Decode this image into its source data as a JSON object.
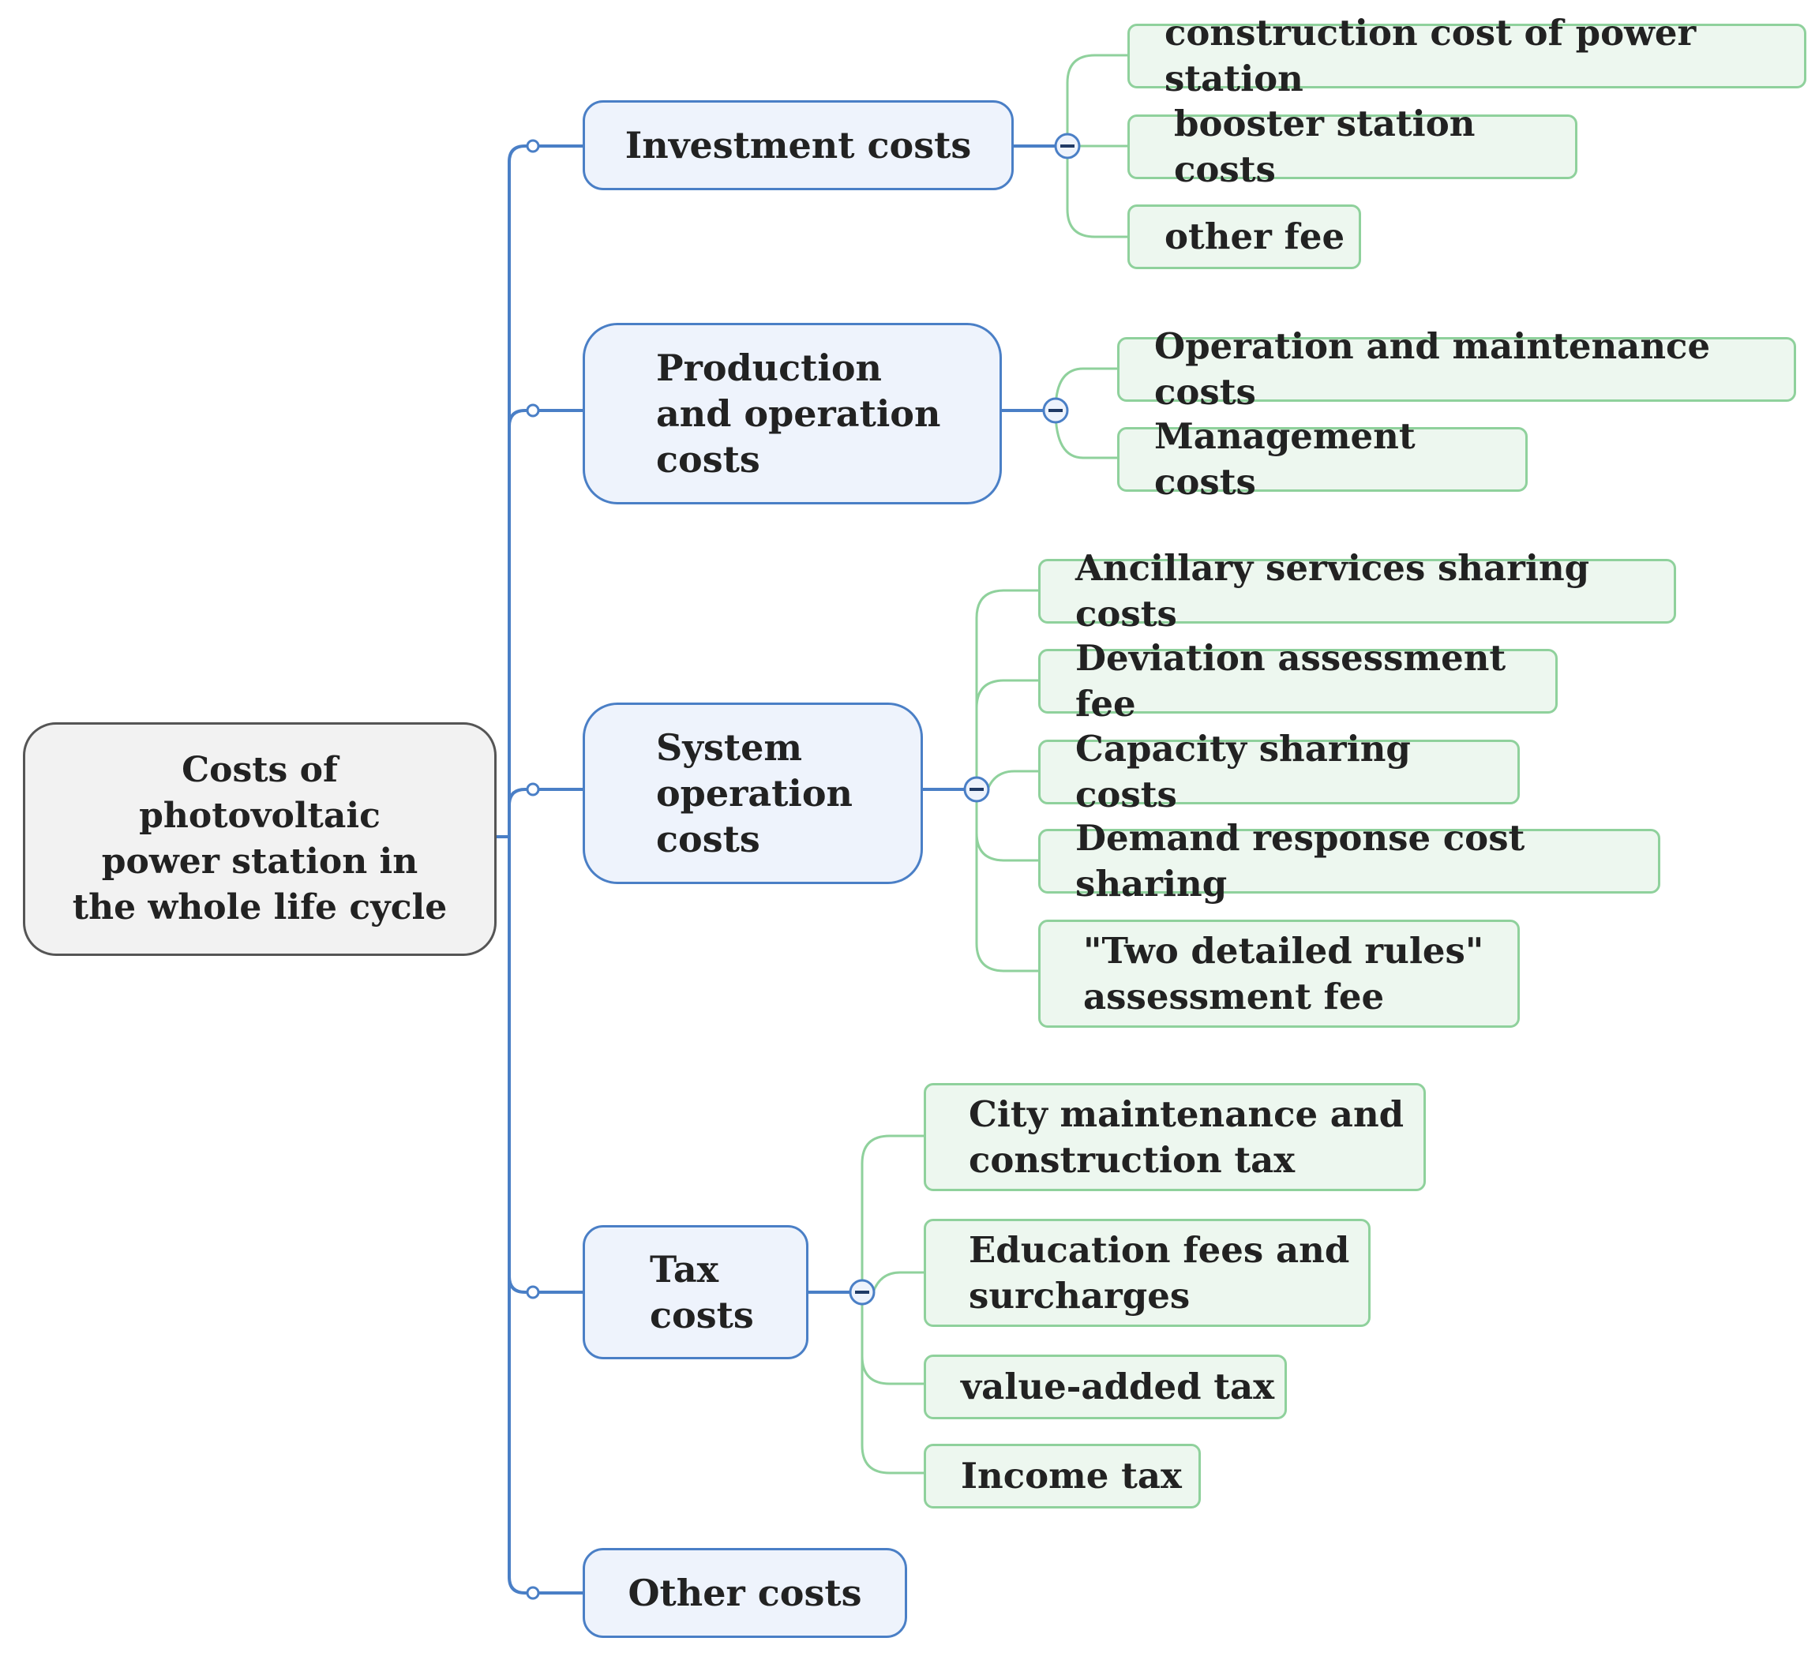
{
  "root": {
    "label": "Costs of\nphotovoltaic\npower station in\nthe whole life cycle"
  },
  "branches": [
    {
      "label": "Investment costs",
      "children": [
        "construction cost of power station",
        "booster station costs",
        "other fee"
      ]
    },
    {
      "label": "Production\nand operation\ncosts",
      "children": [
        "Operation and maintenance costs",
        "Management costs"
      ]
    },
    {
      "label": "System\noperation\ncosts",
      "children": [
        "Ancillary services sharing costs",
        "Deviation assessment fee",
        "Capacity sharing costs",
        "Demand response cost sharing",
        "\"Two detailed rules\"\nassessment fee"
      ]
    },
    {
      "label": "Tax\ncosts",
      "children": [
        "City maintenance and\nconstruction tax",
        "Education fees and\nsurcharges",
        "value-added tax",
        "Income tax"
      ]
    },
    {
      "label": "Other costs",
      "children": []
    }
  ],
  "colors": {
    "root_border": "#555555",
    "branch_line": "#4a7fc6",
    "branch_fill": "#eef3fc",
    "leaf_line": "#8fd19c",
    "leaf_fill": "#edf7ef"
  }
}
